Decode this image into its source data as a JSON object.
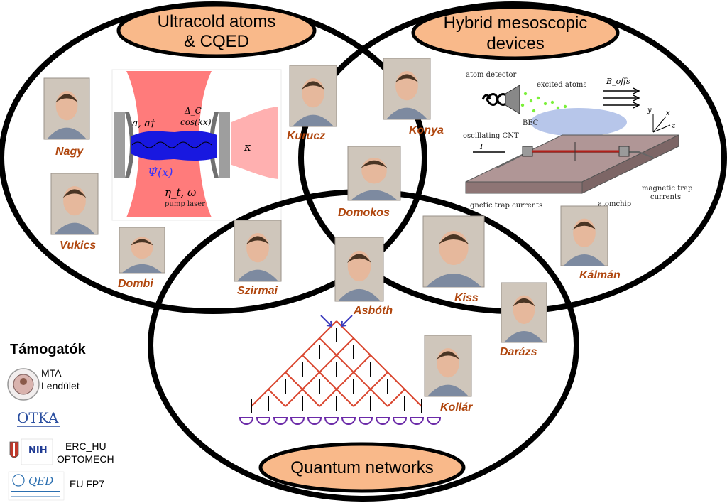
{
  "circles": {
    "cqed": {
      "label_line1": "Ultracold atoms",
      "label_line2": "& CQED"
    },
    "hybrid": {
      "label_line1": "Hybrid mesoscopic",
      "label_line2": "devices"
    },
    "networks": {
      "label": "Quantum networks"
    }
  },
  "people": [
    {
      "name": "Nagy"
    },
    {
      "name": "Vukics"
    },
    {
      "name": "Dombi"
    },
    {
      "name": "Kurucz"
    },
    {
      "name": "Konya"
    },
    {
      "name": "Domokos"
    },
    {
      "name": "Szirmai"
    },
    {
      "name": "Asbóth"
    },
    {
      "name": "Kiss"
    },
    {
      "name": "Kálmán"
    },
    {
      "name": "Darázs"
    },
    {
      "name": "Kollár"
    }
  ],
  "cavity_figure": {
    "a_operators": "a, a†",
    "delta_c": "Δ_C",
    "cos_kx": "cos(kx)",
    "psi": "Ψ̂(x)",
    "eta_omega": "η_t, ω",
    "pump": "pump laser",
    "kappa": "κ"
  },
  "chip_figure": {
    "atom_detector": "atom detector",
    "excited_atoms": "excited atoms",
    "b_offs": "B_offs",
    "bec": "BEC",
    "oscillating_cnt": "oscillating CNT",
    "current_i": "I",
    "magnetic_trap_currents_left": "gnetic trap currents",
    "magnetic_trap_currents_right_1": "magnetic trap",
    "magnetic_trap_currents_right_2": "currents",
    "atomchip": "atomchip",
    "axis_x": "x",
    "axis_y": "y",
    "axis_z": "z"
  },
  "sponsors": {
    "title": "Támogatók",
    "items": [
      {
        "text_line1": "MTA",
        "text_line2": "Lendület",
        "icon": "mta-seal-icon"
      },
      {
        "text_line1": "",
        "text_line2": "",
        "logo_text": "OTKA",
        "icon": "otka-logo-icon"
      },
      {
        "text_line1": "ERC_HU",
        "text_line2": "OPTOMECH",
        "logo_text": "NIH",
        "icon": "nih-logo-icon"
      },
      {
        "text_line1": "EU FP7",
        "text_line2": "",
        "logo_text": "QED",
        "icon": "qed-logo-icon"
      }
    ]
  },
  "colors": {
    "pill_fill": "#f9b98a",
    "name_color": "#b0470f",
    "laser_red": "#ff7f7f",
    "atom_blue": "#1010e0",
    "network_red": "#d9452e",
    "bec_blue": "#b7c6ea",
    "green_dots": "#7cf03a"
  }
}
